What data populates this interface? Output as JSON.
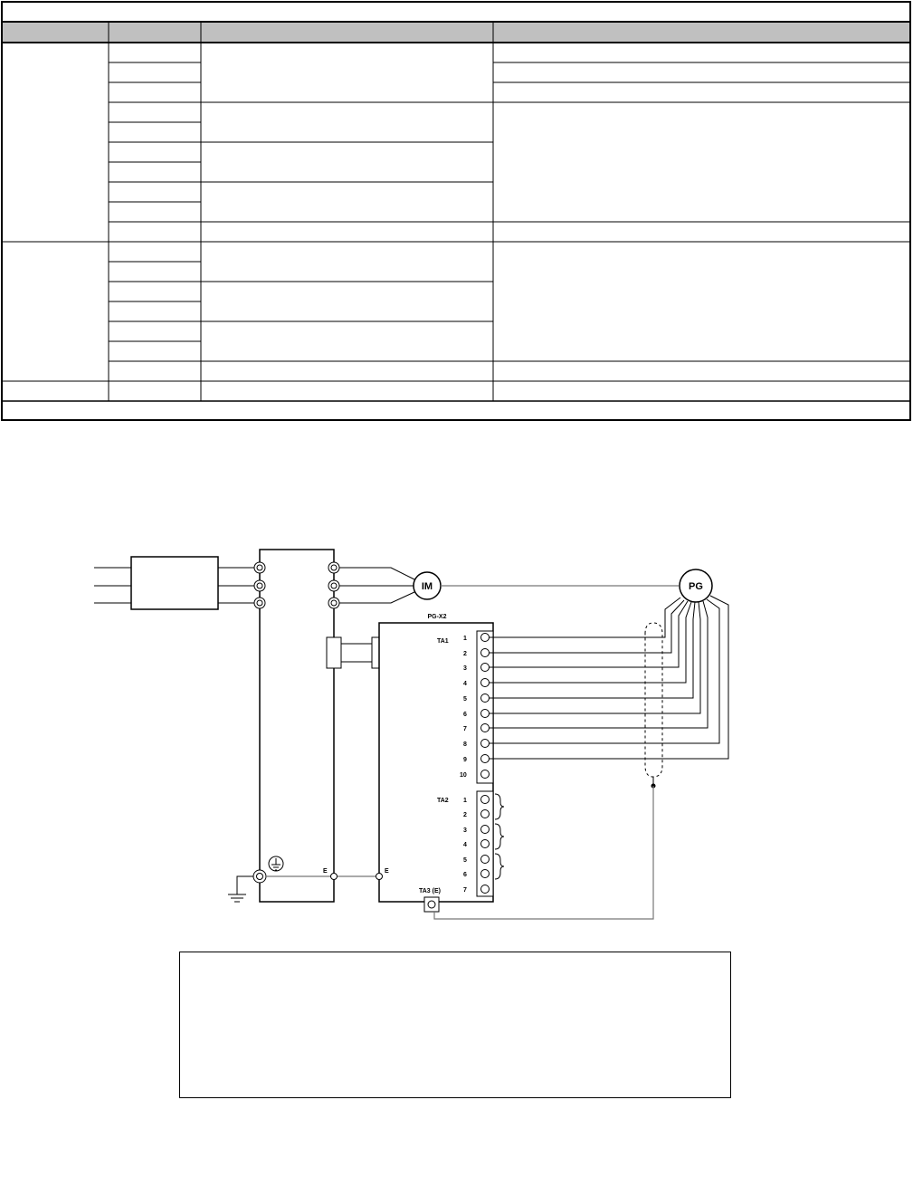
{
  "diagram": {
    "card_label": "PG-X2",
    "motor_label": "IM",
    "encoder_label": "PG",
    "terminal_blocks": {
      "ta1": {
        "label": "TA1",
        "pins": [
          "1",
          "2",
          "3",
          "4",
          "5",
          "6",
          "7",
          "8",
          "9",
          "10"
        ]
      },
      "ta2": {
        "label": "TA2",
        "pins": [
          "1",
          "2",
          "3",
          "4",
          "5",
          "6",
          "7"
        ]
      },
      "ta3": {
        "label": "TA3 (E)"
      }
    },
    "ground_label_drive": "E",
    "ground_label_card": "E"
  }
}
